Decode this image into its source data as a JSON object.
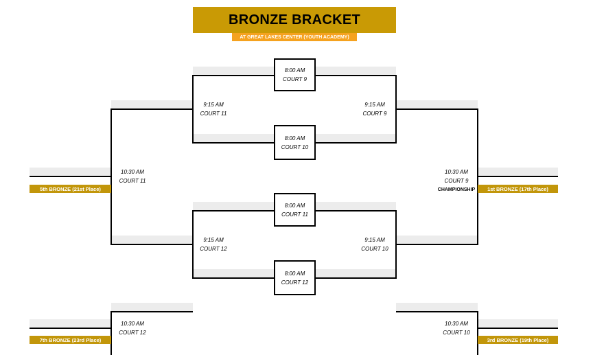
{
  "header": {
    "title": "BRONZE BRACKET",
    "subtitle": "AT GREAT LAKES CENTER (YOUTH ACADEMY)"
  },
  "colors": {
    "gold": "#c2960a",
    "title_bg": "#c99a05",
    "subtitle_bg": "#f5a21f",
    "gray": "#ececec"
  },
  "games": {
    "g1": {
      "time": "8:00 AM",
      "court": "COURT 9"
    },
    "g2": {
      "time": "8:00 AM",
      "court": "COURT 10"
    },
    "g3": {
      "time": "8:00 AM",
      "court": "COURT 11"
    },
    "g4": {
      "time": "8:00 AM",
      "court": "COURT 12"
    },
    "s1l": {
      "time": "9:15 AM",
      "court": "COURT 11"
    },
    "s1r": {
      "time": "9:15 AM",
      "court": "COURT 9"
    },
    "s2l": {
      "time": "9:15 AM",
      "court": "COURT 12"
    },
    "s2r": {
      "time": "9:15 AM",
      "court": "COURT 10"
    },
    "fl": {
      "time": "10:30 AM",
      "court": "COURT 11"
    },
    "fr": {
      "time": "10:30 AM",
      "court": "COURT 9",
      "note": "CHAMPIONSHIP"
    },
    "cl": {
      "time": "10:30 AM",
      "court": "COURT 12"
    },
    "cr": {
      "time": "10:30 AM",
      "court": "COURT 10"
    }
  },
  "places": {
    "p5": "5th BRONZE (21st Place)",
    "p1": "1st BRONZE (17th Place)",
    "p7": "7th BRONZE (23rd Place)",
    "p3": "3rd BRONZE (19th Place)"
  }
}
